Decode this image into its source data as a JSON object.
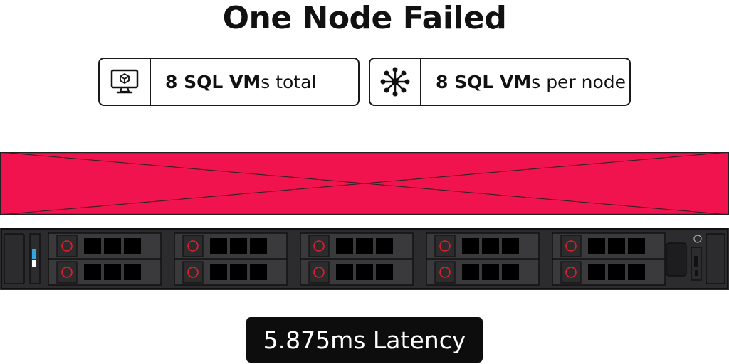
{
  "title": "One Node Failed",
  "stats": [
    {
      "icon": "vm-monitor-icon",
      "bold": "8 SQL VM",
      "rest": "s total"
    },
    {
      "icon": "cluster-nodes-icon",
      "bold": "8 SQL VM",
      "rest": "s per node"
    }
  ],
  "failed_node": {
    "color": "#f0134d",
    "status": "failed"
  },
  "server": {
    "bays": 10
  },
  "latency": "5.875ms Latency"
}
